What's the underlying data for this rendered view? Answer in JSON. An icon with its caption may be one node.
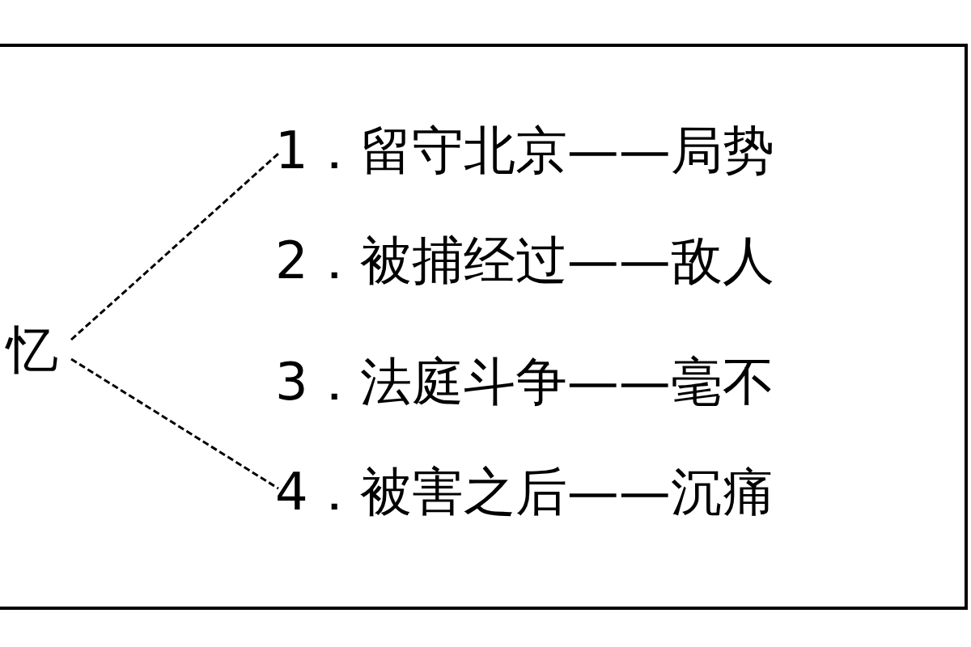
{
  "diagram": {
    "nodes": [
      {
        "text": [
          "忆"
        ]
      },
      {
        "text": [
          "1．留守北京——局势"
        ]
      },
      {
        "text": [
          "2．被捕经过——敌人"
        ]
      },
      {
        "text": [
          "3．法庭斗争——毫不"
        ]
      },
      {
        "text": [
          "4．被害之后——沉痛"
        ]
      }
    ],
    "edges": [
      {
        "from": 0,
        "to": 1,
        "arrow": "none",
        "style": "dashed"
      },
      {
        "from": 0,
        "to": 4,
        "arrow": "none",
        "style": "dashed"
      }
    ]
  }
}
